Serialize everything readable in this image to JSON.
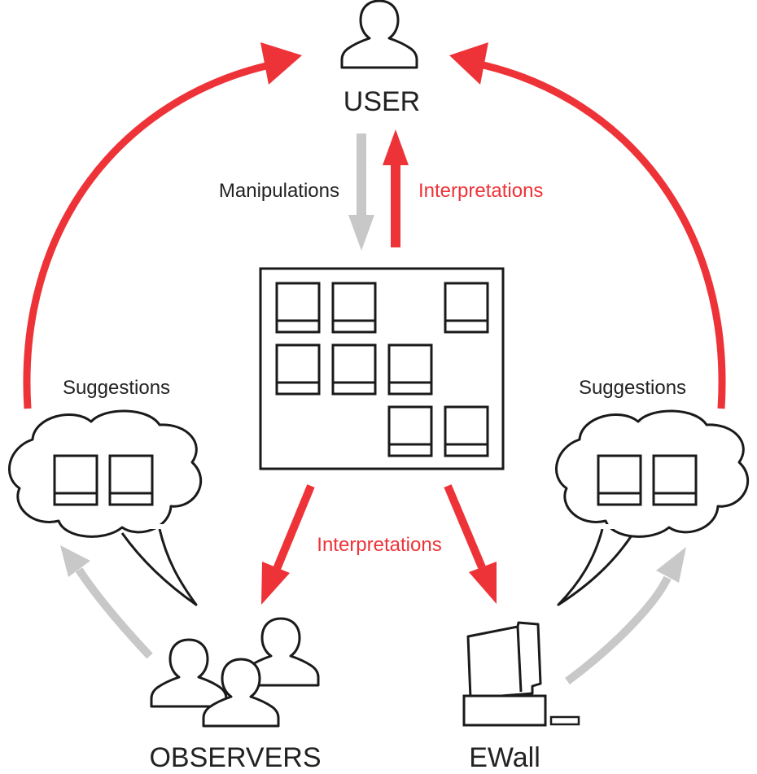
{
  "diagram": {
    "labels": {
      "user": "USER",
      "observers": "OBSERVERS",
      "ewall": "EWall",
      "manipulations": "Manipulations",
      "interpretations_top": "Interpretations",
      "interpretations_bottom": "Interpretations",
      "suggestions_left": "Suggestions",
      "suggestions_right": "Suggestions"
    },
    "colors": {
      "red_arrow": "#ee3338",
      "gray_arrow": "#c8c8c8",
      "outline": "#1a1a1a",
      "red_text": "#ee3338",
      "text": "#222222"
    }
  }
}
